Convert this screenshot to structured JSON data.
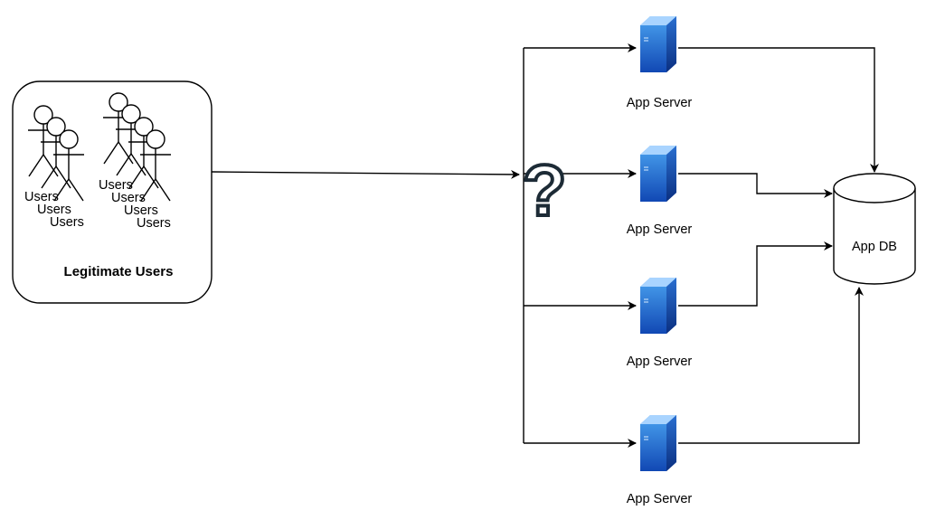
{
  "group": {
    "label": "Legitimate Users"
  },
  "users": [
    "Users",
    "Users",
    "Users",
    "Users",
    "Users",
    "Users",
    "Users"
  ],
  "question_mark": "?",
  "servers": [
    {
      "label": "App Server",
      "icon": "server-icon"
    },
    {
      "label": "App Server",
      "icon": "server-icon"
    },
    {
      "label": "App Server",
      "icon": "server-icon"
    },
    {
      "label": "App Server",
      "icon": "server-icon"
    }
  ],
  "database": {
    "label": "App DB",
    "icon": "database-cylinder-icon"
  },
  "colors": {
    "server_light": "#3f8fe3",
    "server_dark": "#0d3f9a",
    "line": "#000000",
    "question_mark_stroke": "#1d2b36"
  }
}
